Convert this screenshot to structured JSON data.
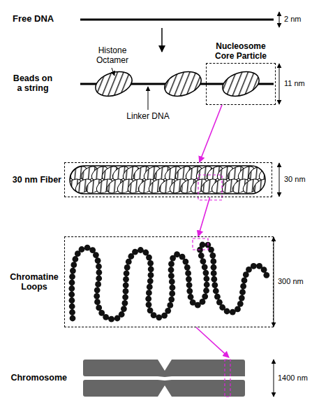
{
  "diagram": {
    "nodes": [
      {
        "text": [
          "Nucleosome Core Particle"
        ]
      },
      {
        "text": [
          "30 nm Fiber"
        ]
      },
      {
        "text": [
          "Chromatine Loops"
        ]
      },
      {
        "text": [
          "Chromosome"
        ]
      }
    ],
    "edges": [
      {
        "from": 0,
        "to": 1,
        "arrow": "to"
      },
      {
        "from": 1,
        "to": 2,
        "arrow": "to"
      },
      {
        "from": 2,
        "to": 3,
        "arrow": "to"
      }
    ],
    "labels": [
      "Free DNA",
      "2 nm",
      "Beads on a string",
      "Histone Octamer",
      "Linker DNA",
      "11 nm",
      "30 nm",
      "300 nm",
      "1400 nm"
    ]
  }
}
